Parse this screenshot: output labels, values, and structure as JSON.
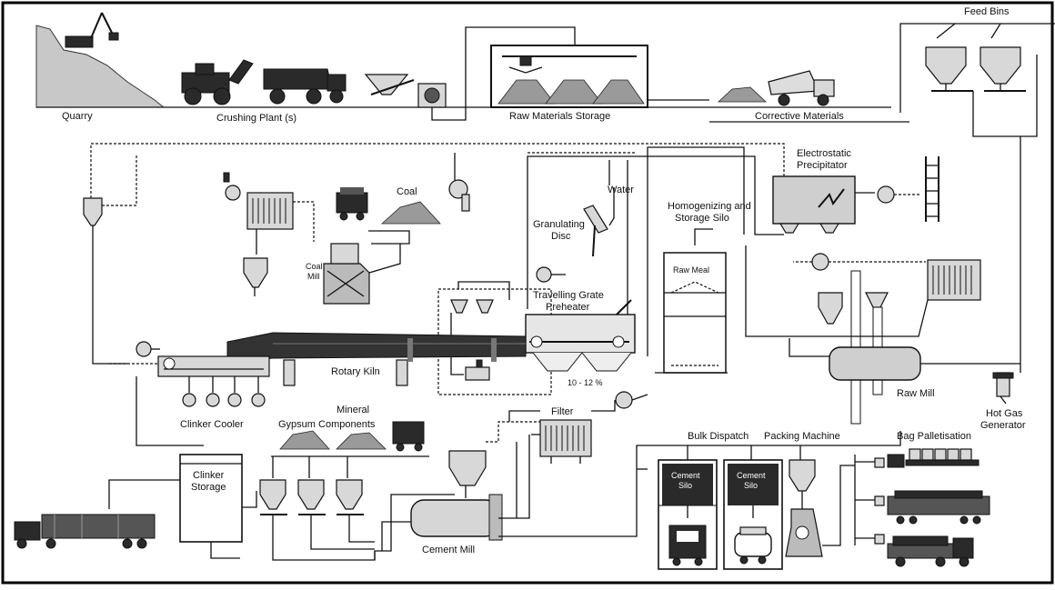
{
  "labels": {
    "quarry": "Quarry",
    "crushing": "Crushing Plant (s)",
    "raw_storage": "Raw Materials  Storage",
    "corrective": "Corrective Materials",
    "feed_bins": "Feed Bins",
    "coal": "Coal",
    "coal_mill": "Coal\nMill",
    "water": "Water",
    "granulating": "Granulating\nDisc",
    "electrostatic": "Electrostatic\nPrecipitator",
    "homogenizing": "Homogenizing and\nStorage Silo",
    "raw_meal": "Raw Meal",
    "preheater": "Travelling Grate\nPreheater",
    "rotary_kiln": "Rotary Kiln",
    "percent": "10 - 12 %",
    "clinker_cooler": "Clinker Cooler",
    "raw_mill": "Raw Mill",
    "hot_gas": "Hot Gas\nGenerator",
    "mineral": "Mineral",
    "gypsum": "Gypsum Components",
    "filter": "Filter",
    "bulk": "Bulk Dispatch",
    "packing": "Packing Machine",
    "bag": "Bag Palletisation",
    "clinker_storage": "Clinker\nStorage",
    "cement_mill": "Cement Mill",
    "cement_silo_1": "Cement\nSilo",
    "cement_silo_2": "Cement\nSilo"
  }
}
